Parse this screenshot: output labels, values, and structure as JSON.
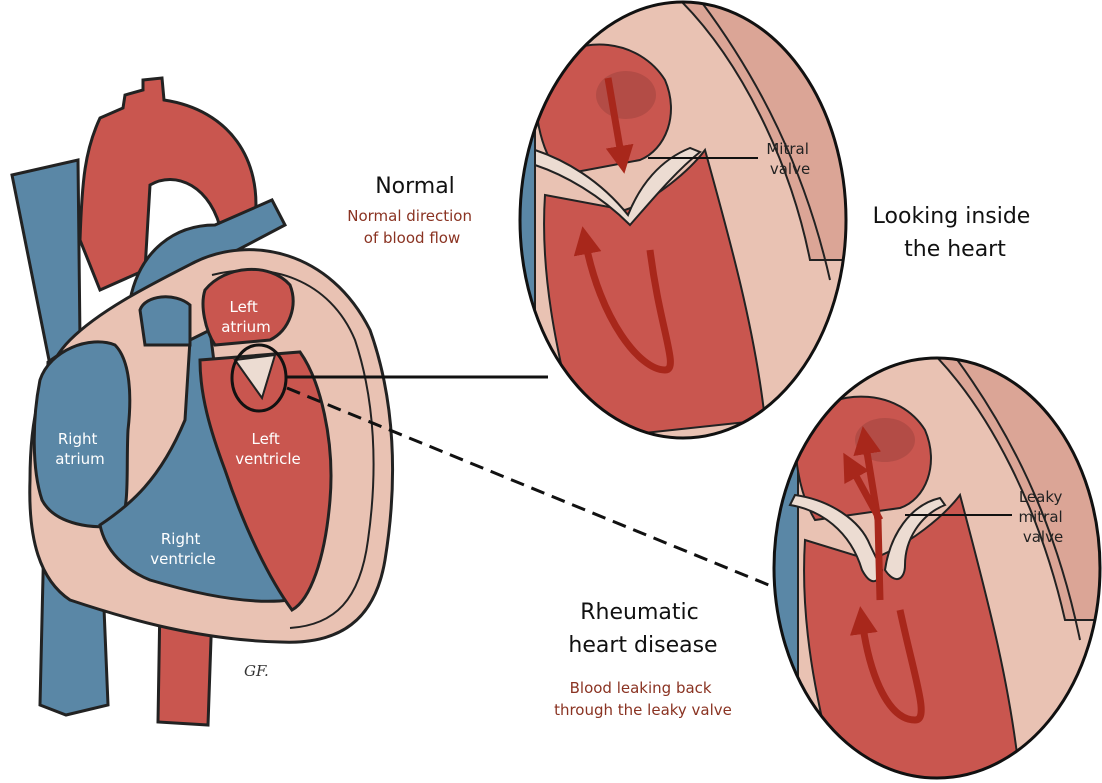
{
  "colors": {
    "blue": "#5a87a6",
    "red": "#c9564f",
    "red_dark": "#b03a2e",
    "muscle": "#e9c2b3",
    "valve": "#ecdcd2",
    "arrow": "#a8271b",
    "subtitle": "#8a3322"
  },
  "chambers": {
    "left_atrium": [
      "Left",
      "atrium"
    ],
    "left_ventricle": [
      "Left",
      "ventricle"
    ],
    "right_atrium": [
      "Right",
      "atrium"
    ],
    "right_ventricle": [
      "Right",
      "ventricle"
    ]
  },
  "normal": {
    "title": "Normal",
    "subtitle": [
      "Normal direction",
      "of blood flow"
    ],
    "valve_label": [
      "Mitral",
      "valve"
    ]
  },
  "disease": {
    "title": [
      "Rheumatic",
      "heart disease"
    ],
    "subtitle": [
      "Blood leaking back",
      "through the leaky valve"
    ],
    "valve_label": [
      "Leaky",
      "mitral",
      "valve"
    ]
  },
  "heading": [
    "Looking inside",
    "the heart"
  ],
  "signature": "GF."
}
